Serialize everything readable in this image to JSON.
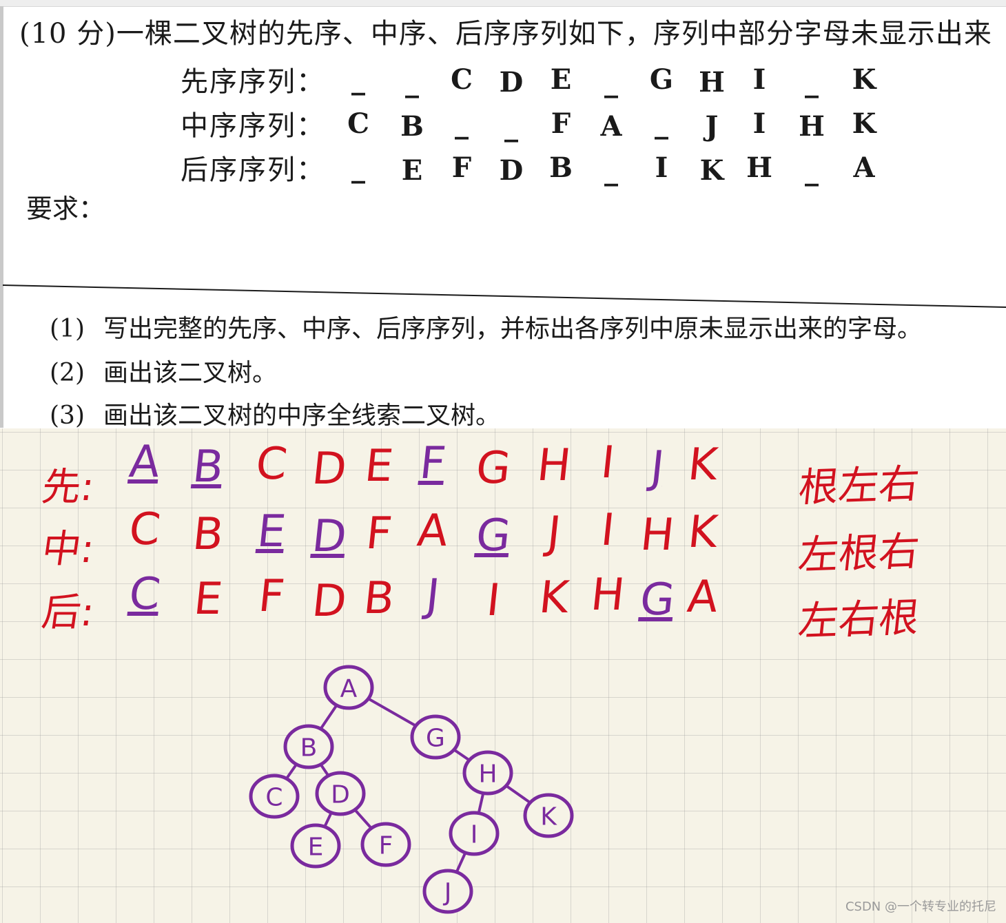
{
  "question": {
    "title": "(10 分)一棵二叉树的先序、中序、后序序列如下，序列中部分字母未显示出来",
    "rows": [
      {
        "label": "先序序列：",
        "items": [
          "_",
          "_",
          "C",
          "D",
          "E",
          "_",
          "G",
          "H",
          "I",
          "_",
          "K"
        ]
      },
      {
        "label": "中序序列：",
        "items": [
          "C",
          "B",
          "_",
          "_",
          "F",
          "A",
          "_",
          "J",
          "I",
          "H",
          "K"
        ]
      },
      {
        "label": "后序序列：",
        "items": [
          "_",
          "E",
          "F",
          "D",
          "B",
          "_",
          "I",
          "K",
          "H",
          "_",
          "A"
        ]
      }
    ],
    "requirements_label": "要求：",
    "requirements": [
      {
        "num": "(1)",
        "text": "写出完整的先序、中序、后序序列，并标出各序列中原未显示出来的字母。"
      },
      {
        "num": "(2)",
        "text": "画出该二叉树。"
      },
      {
        "num": "(3)",
        "text": "画出该二叉树的中序全线索二叉树。"
      }
    ]
  },
  "handwritten": {
    "rows": [
      {
        "label": "先:",
        "letters": [
          "A",
          "B",
          "C",
          "D",
          "E",
          "F",
          "G",
          "H",
          "I",
          "J",
          "K"
        ],
        "filled": [
          true,
          true,
          false,
          false,
          false,
          true,
          false,
          false,
          false,
          true,
          false
        ],
        "note": "根左右"
      },
      {
        "label": "中:",
        "letters": [
          "C",
          "B",
          "E",
          "D",
          "F",
          "A",
          "G",
          "J",
          "I",
          "H",
          "K"
        ],
        "filled": [
          false,
          false,
          true,
          true,
          false,
          false,
          true,
          false,
          false,
          false,
          false
        ],
        "note": "左根右"
      },
      {
        "label": "后:",
        "letters": [
          "C",
          "E",
          "F",
          "D",
          "B",
          "J",
          "I",
          "K",
          "H",
          "G",
          "A"
        ],
        "filled": [
          true,
          false,
          false,
          false,
          false,
          true,
          false,
          false,
          false,
          true,
          false
        ],
        "note": "左右根"
      }
    ],
    "tree_nodes": [
      "A",
      "B",
      "G",
      "C",
      "D",
      "H",
      "E",
      "F",
      "I",
      "K",
      "J"
    ],
    "tree_edges": [
      [
        "A",
        "B"
      ],
      [
        "A",
        "G"
      ],
      [
        "B",
        "C"
      ],
      [
        "B",
        "D"
      ],
      [
        "G",
        "H"
      ],
      [
        "D",
        "E"
      ],
      [
        "D",
        "F"
      ],
      [
        "H",
        "I"
      ],
      [
        "H",
        "K"
      ],
      [
        "I",
        "J"
      ]
    ],
    "colors": {
      "filled": "#d2121f",
      "missing": "#7a2a9e"
    }
  },
  "watermark": "CSDN @一个转专业的托尼"
}
